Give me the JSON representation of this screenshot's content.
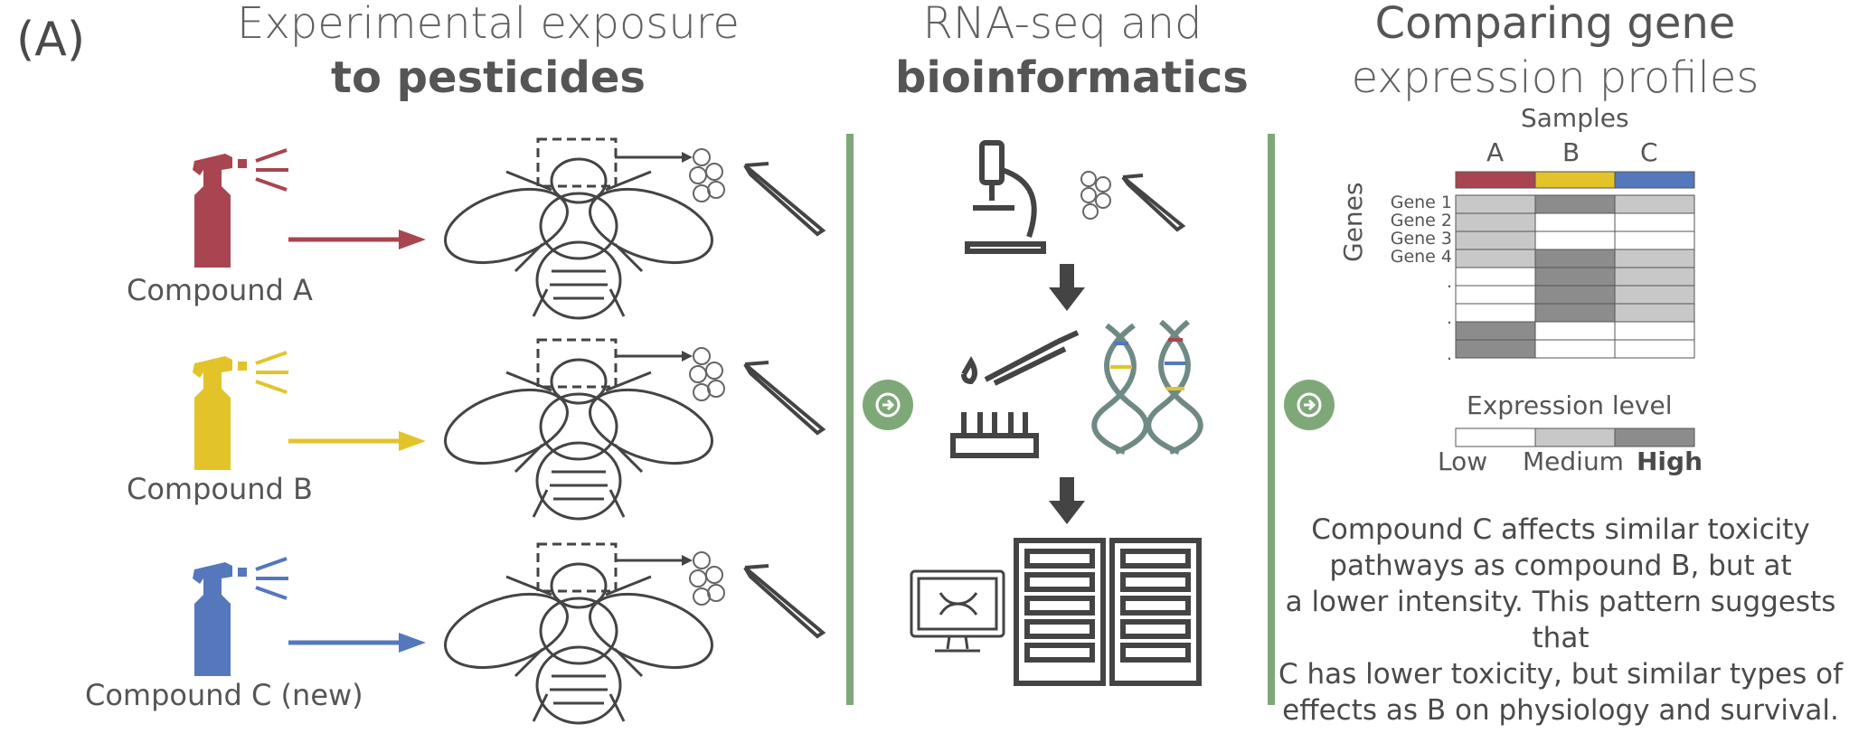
{
  "panel_label": "(A)",
  "columns": [
    {
      "title_light": "Experimental exposure",
      "title_bold": "to pesticides"
    },
    {
      "title_light": "RNA-seq and",
      "title_bold": "bioinformatics"
    },
    {
      "title_light_1": "Comparing gene",
      "title_light_2": "expression profiles"
    }
  ],
  "compounds": [
    {
      "label": "Compound A",
      "color": "#a94550"
    },
    {
      "label": "Compound B",
      "color": "#e2c42a"
    },
    {
      "label": "Compound C (new)",
      "color": "#5577bb"
    }
  ],
  "accent_color": "#7fa878",
  "icons": [
    "spray-bottle-icon",
    "bee-icon",
    "eggs-icon",
    "tweezers-icon",
    "microscope-icon",
    "pipette-icon",
    "test-tubes-icon",
    "dna-icon",
    "computer-icon",
    "server-icon",
    "arrow-right-icon",
    "arrow-down-icon"
  ],
  "matrix": {
    "samples_label": "Samples",
    "genes_label": "Genes",
    "sample_names": [
      "A",
      "B",
      "C"
    ],
    "sample_colors": [
      "#a94550",
      "#e2c42a",
      "#5577bb"
    ],
    "gene_labels": [
      "Gene 1",
      "Gene 2",
      "Gene 3",
      "Gene 4",
      ".",
      ".",
      "."
    ],
    "levels_colors": {
      "low": "#ffffff",
      "medium": "#c8c8c8",
      "high": "#8c8c8c"
    },
    "rows": [
      [
        "medium",
        "high",
        "medium"
      ],
      [
        "medium",
        "low",
        "low"
      ],
      [
        "medium",
        "low",
        "low"
      ],
      [
        "medium",
        "high",
        "medium"
      ],
      [
        "low",
        "high",
        "medium"
      ],
      [
        "low",
        "high",
        "medium"
      ],
      [
        "low",
        "high",
        "medium"
      ],
      [
        "high",
        "low",
        "low"
      ],
      [
        "high",
        "low",
        "low"
      ]
    ]
  },
  "legend": {
    "title": "Expression level",
    "low": "Low",
    "medium": "Medium",
    "high": "High"
  },
  "summary_lines": [
    "Compound C affects similar toxicity",
    "pathways as compound B, but at",
    "a lower intensity. This pattern suggests that",
    "C has lower toxicity, but similar types of",
    "effects as B on physiology and survival."
  ]
}
